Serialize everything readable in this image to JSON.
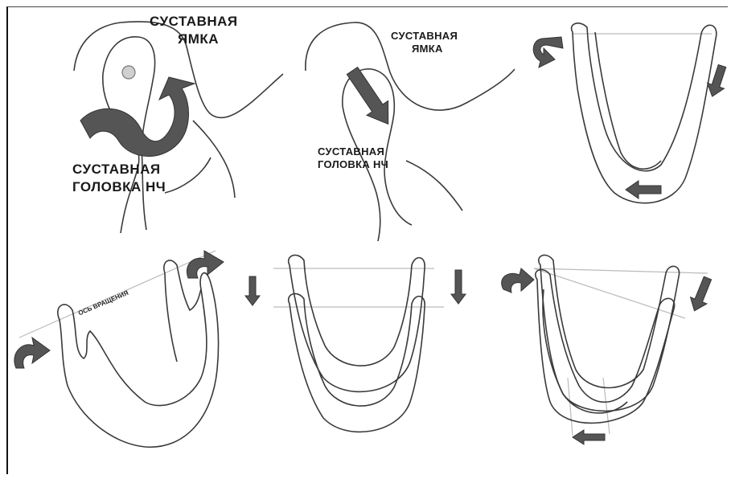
{
  "panel1": {
    "fossa_line1": "СУСТАВНАЯ",
    "fossa_line2": "ЯМКА",
    "head_line1": "СУСТАВНАЯ",
    "head_line2": "ГОЛОВКА НЧ"
  },
  "panel2": {
    "fossa_line1": "СУСТАВНАЯ",
    "fossa_line2": "ЯМКА",
    "head_line1": "СУСТАВНАЯ",
    "head_line2": "ГОЛОВКА НЧ"
  },
  "panel4": {
    "axis_label": "ОСЬ ВРАЩЕНИЯ"
  },
  "colors": {
    "arrow_fill": "#555555",
    "line": "#3a3a3a",
    "guide": "#bbbbbb"
  }
}
